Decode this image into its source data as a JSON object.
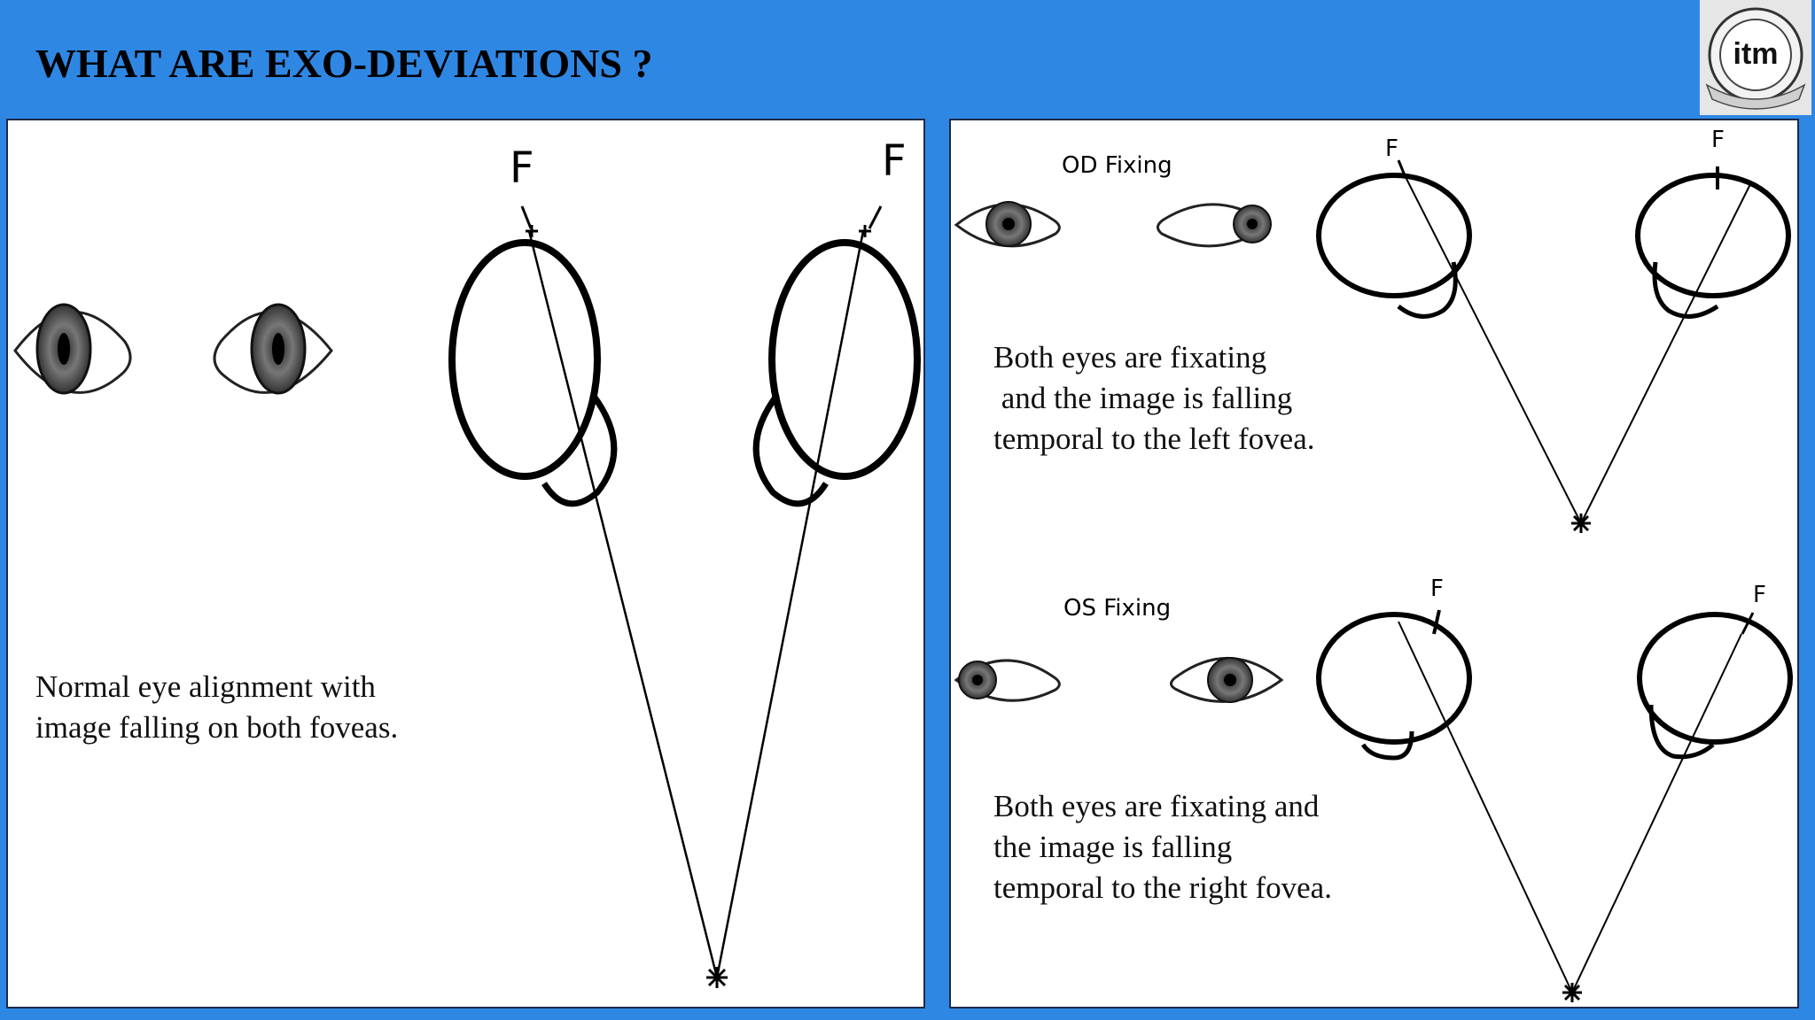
{
  "slide": {
    "title": "WHAT ARE EXO-DEVIATIONS ?",
    "logo_text": "itm"
  },
  "normal_panel": {
    "caption_lines": [
      "Normal eye alignment with",
      "image falling on both foveas."
    ],
    "fovea_marks": [
      "F",
      "F"
    ]
  },
  "od_panel": {
    "heading": "OD Fixing",
    "caption_lines": [
      "Both eyes are fixating",
      " and the image is falling",
      "temporal to the left fovea."
    ],
    "fovea_marks": [
      "F",
      "F"
    ]
  },
  "os_panel": {
    "heading": "OS Fixing",
    "caption_lines": [
      "Both eyes are fixating and",
      "the image is falling",
      "temporal to the right fovea."
    ],
    "fovea_marks": [
      "F",
      "F"
    ]
  },
  "colors": {
    "background": "#2F87E4",
    "panel": "#FFFFFF",
    "ink": "#000000"
  }
}
